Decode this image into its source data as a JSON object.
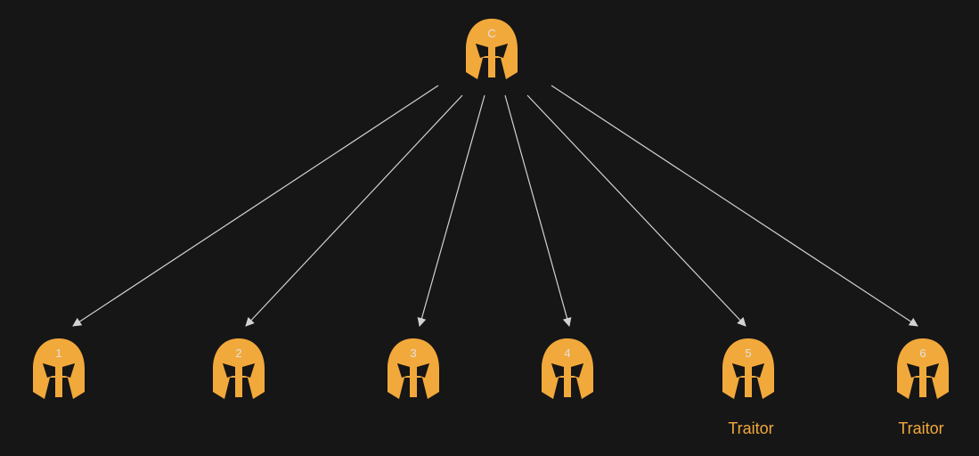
{
  "diagram": {
    "commander": {
      "label": "C"
    },
    "generals": [
      {
        "label": "1",
        "caption": ""
      },
      {
        "label": "2",
        "caption": ""
      },
      {
        "label": "3",
        "caption": ""
      },
      {
        "label": "4",
        "caption": ""
      },
      {
        "label": "5",
        "caption": "Traitor"
      },
      {
        "label": "6",
        "caption": "Traitor"
      }
    ]
  },
  "colors": {
    "background": "#161616",
    "helmet": "#f2a93b",
    "arrow": "#d2d2d2",
    "label": "#e2e2e2",
    "caption": "#f2a93b"
  },
  "icons": {
    "node": "spartan-helmet-icon"
  }
}
